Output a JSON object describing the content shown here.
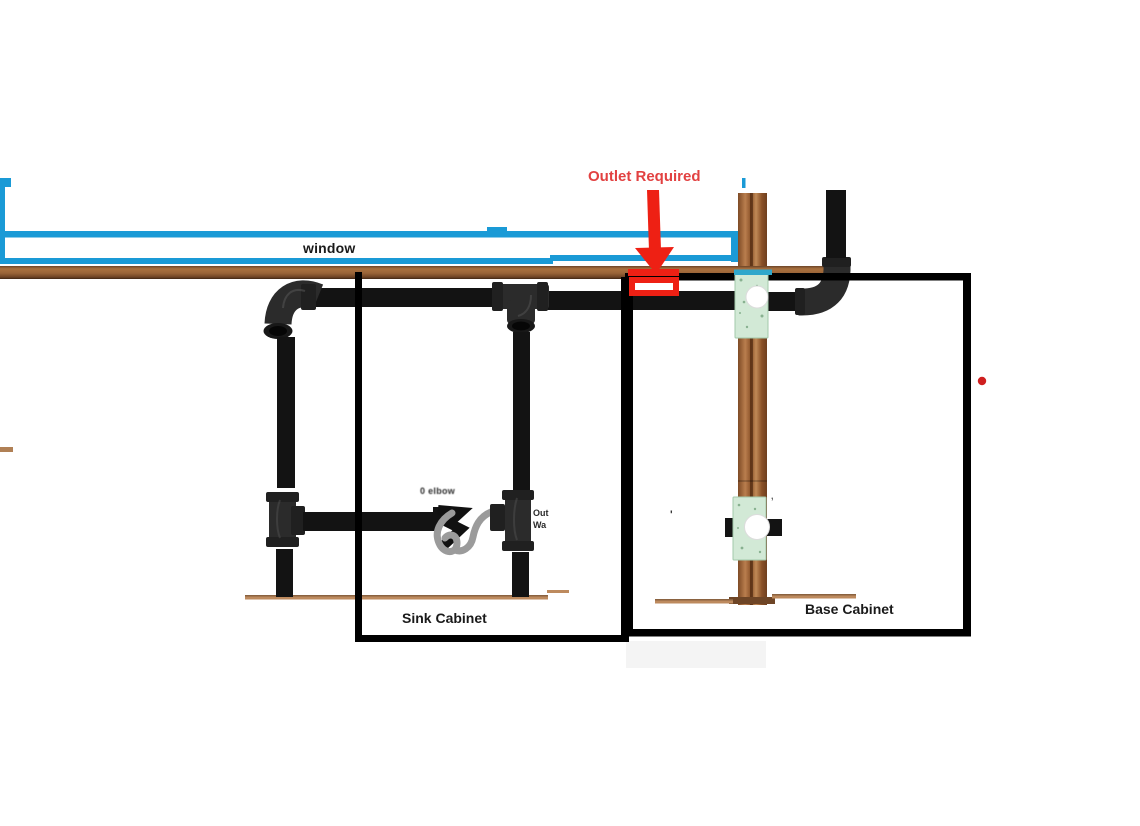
{
  "labels": {
    "window": "window",
    "outlet_required": "Outlet Required",
    "sink_cabinet": "Sink Cabinet",
    "base_cabinet": "Base Cabinet",
    "elbow_note": "0 elbow",
    "outlet_note_line1": "Out",
    "outlet_note_line2": "Wa",
    "stray_mark_1": "'",
    "stray_mark_2": ","
  },
  "colors": {
    "window_blue": "#1a9ad6",
    "teal_accent": "#2fa7cb",
    "red_text": "#e24141",
    "red_shape": "#ee2014",
    "dot_red": "#cf1f1f",
    "pipe_black": "#131313",
    "fitting_charcoal": "#2b2b2b",
    "box_black": "#000000",
    "board_brown": "#96613a",
    "stud_brown": "#a96e3e",
    "floor_tan": "#bd8a5e",
    "plate_green": "#d2e9d6",
    "hose_gray": "#9b9b9b",
    "label_black": "#1a1a1a"
  }
}
